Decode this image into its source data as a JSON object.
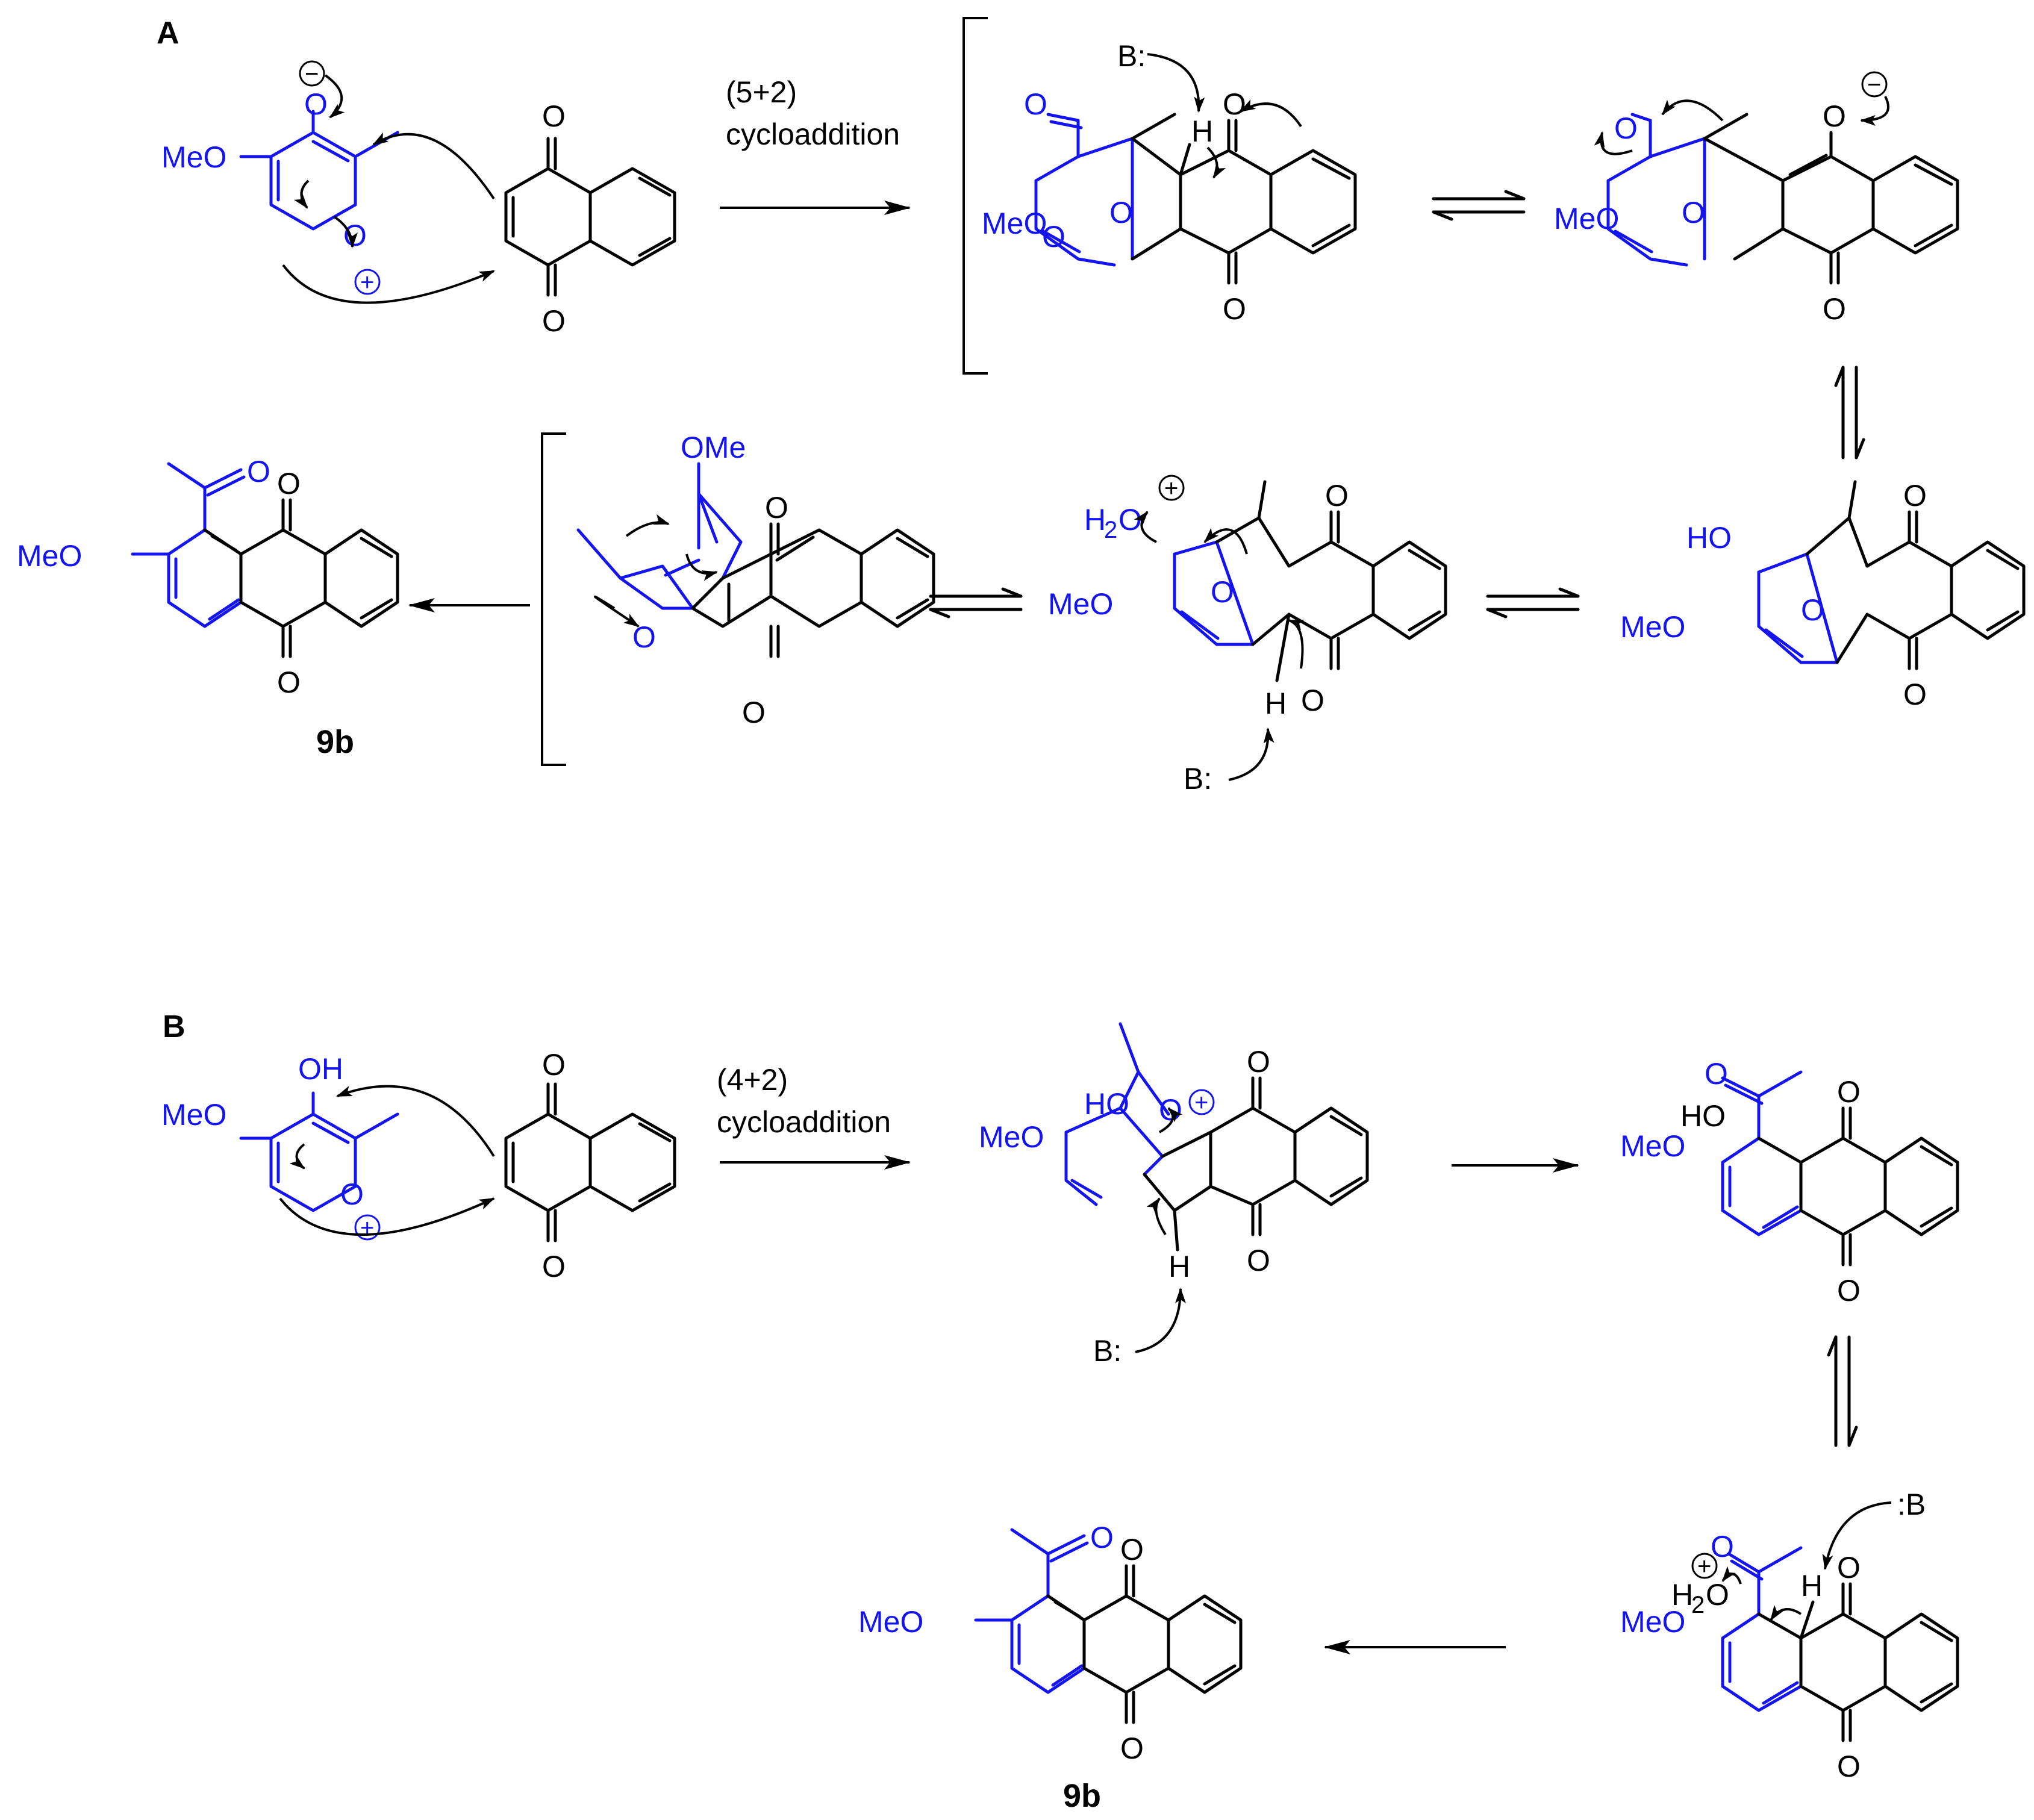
{
  "colors": {
    "ink": "#000000",
    "pyrone_fragment": "#1414f0",
    "background": "#ffffff"
  },
  "panel_a": {
    "label": "A",
    "arrow_label_line1": "(5+2)",
    "arrow_label_line2": "cycloaddition",
    "product_label": "9b"
  },
  "panel_b": {
    "label": "B",
    "arrow_label_line1": "(4+2)",
    "arrow_label_line2": "cycloaddition",
    "product_label": "9b"
  },
  "atoms": {
    "meo": "MeO",
    "ome": "OMe",
    "o": "O",
    "oh": "OH",
    "ho": "HO",
    "h": "H",
    "h2o": "H",
    "h2o_sub": "2",
    "h2o_o": "O",
    "base_left": "B:",
    "base_right": ":B",
    "minus": "−",
    "plus": "+"
  }
}
